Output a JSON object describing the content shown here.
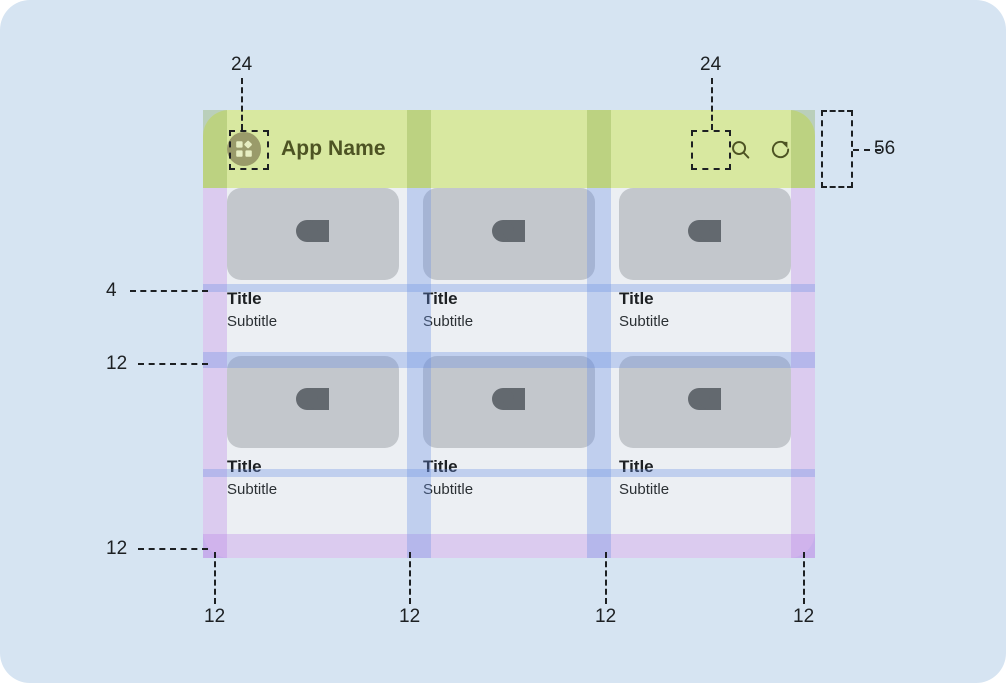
{
  "canvas": {
    "background": "#d6e4f2",
    "corner_radius": "30px"
  },
  "app": {
    "frame_background": "#eceff3",
    "appbar": {
      "background": "#d8e8a0",
      "title": "App Name",
      "title_color": "#4d5323",
      "height_spec": "56",
      "leading_icon": "apps-grid-icon",
      "actions": [
        "search-icon",
        "refresh-icon"
      ]
    },
    "cards": [
      {
        "title": "Title",
        "subtitle": "Subtitle"
      },
      {
        "title": "Title",
        "subtitle": "Subtitle"
      },
      {
        "title": "Title",
        "subtitle": "Subtitle"
      },
      {
        "title": "Title",
        "subtitle": "Subtitle"
      },
      {
        "title": "Title",
        "subtitle": "Subtitle"
      },
      {
        "title": "Title",
        "subtitle": "Subtitle"
      }
    ],
    "thumbnail_icon": "image-placeholder-icon",
    "thumbnail_background": "#c3c7cc"
  },
  "overlay": {
    "padding_band_color": "#ba82e8",
    "gutter_band_color": "#688ee4",
    "appbar_band_color": "#799e3c"
  },
  "annotations": {
    "menu_icon_size": "24",
    "search_icon_size": "24",
    "appbar_height": "56",
    "title_gap": "4",
    "row_gap_middle": "12",
    "bottom_padding": "12",
    "column_gutters": [
      "12",
      "12",
      "12",
      "12"
    ]
  }
}
